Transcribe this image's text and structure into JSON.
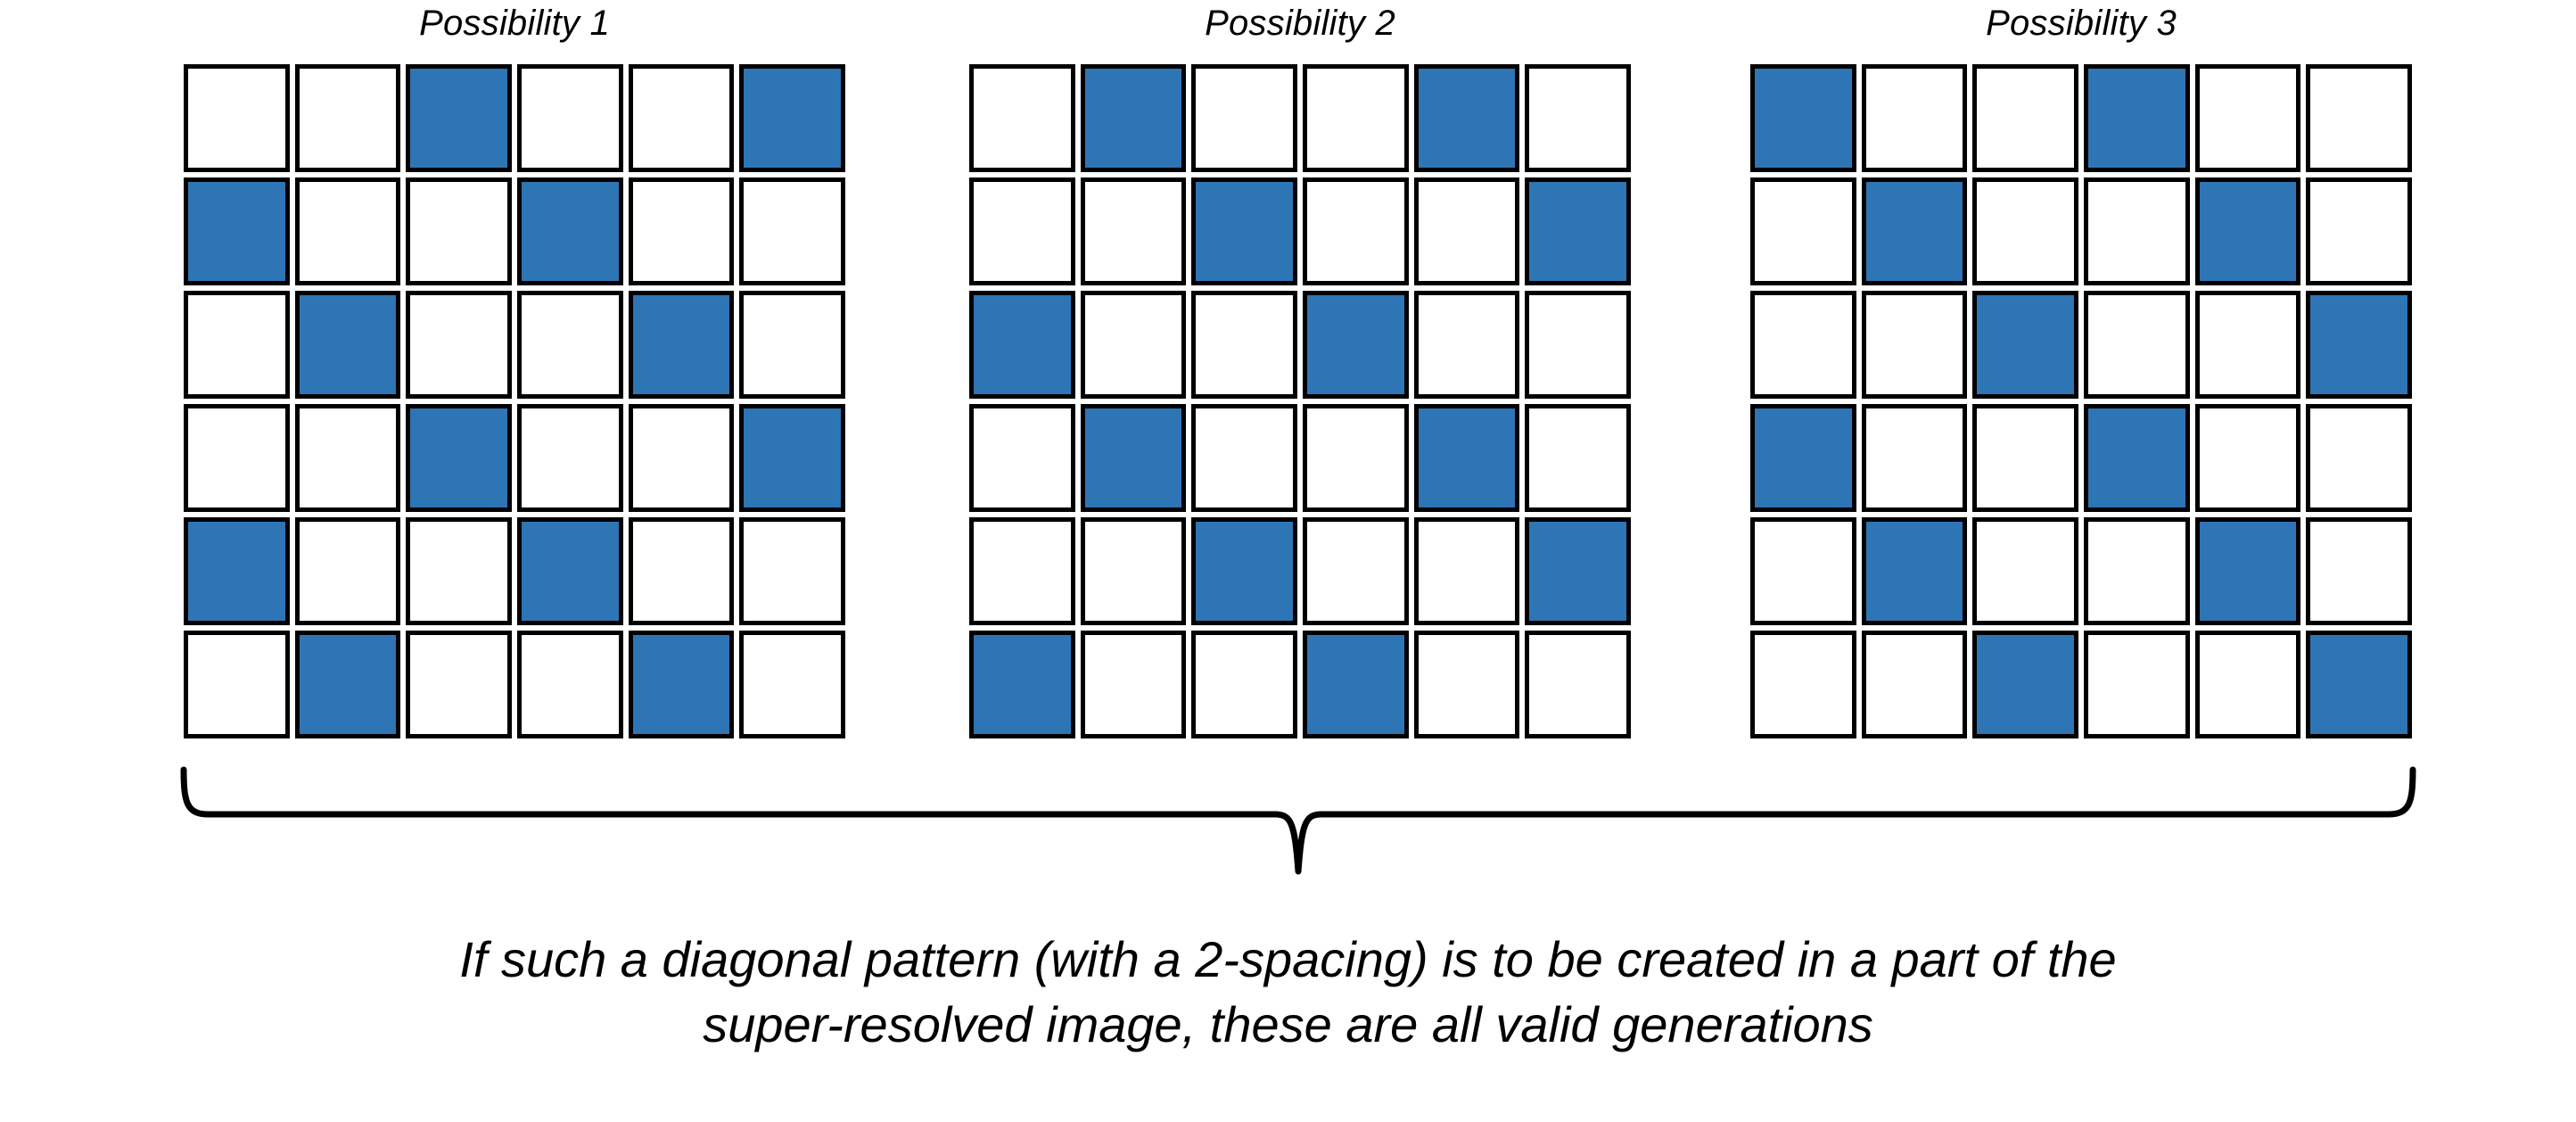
{
  "figure": {
    "background_color": "#FFFFFF",
    "cell_fill_color": "#2E75B6",
    "cell_border_color": "#000000",
    "text_color": "#000000"
  },
  "panels": [
    {
      "title": "Possibility 1",
      "rows": 6,
      "cols": 6,
      "filled_cells": [
        [
          0,
          2
        ],
        [
          0,
          5
        ],
        [
          1,
          0
        ],
        [
          1,
          3
        ],
        [
          2,
          1
        ],
        [
          2,
          4
        ],
        [
          3,
          2
        ],
        [
          3,
          5
        ],
        [
          4,
          0
        ],
        [
          4,
          3
        ],
        [
          5,
          1
        ],
        [
          5,
          4
        ]
      ]
    },
    {
      "title": "Possibility 2",
      "rows": 6,
      "cols": 6,
      "filled_cells": [
        [
          0,
          1
        ],
        [
          0,
          4
        ],
        [
          1,
          2
        ],
        [
          1,
          5
        ],
        [
          2,
          0
        ],
        [
          2,
          3
        ],
        [
          3,
          1
        ],
        [
          3,
          4
        ],
        [
          4,
          2
        ],
        [
          4,
          5
        ],
        [
          5,
          0
        ],
        [
          5,
          3
        ]
      ]
    },
    {
      "title": "Possibility 3",
      "rows": 6,
      "cols": 6,
      "filled_cells": [
        [
          0,
          0
        ],
        [
          0,
          3
        ],
        [
          1,
          1
        ],
        [
          1,
          4
        ],
        [
          2,
          2
        ],
        [
          2,
          5
        ],
        [
          3,
          0
        ],
        [
          3,
          3
        ],
        [
          4,
          1
        ],
        [
          4,
          4
        ],
        [
          5,
          2
        ],
        [
          5,
          5
        ]
      ]
    }
  ],
  "brace": {
    "name": "grouping-brace",
    "direction": "down"
  },
  "caption": {
    "line1": "If such a diagonal pattern (with a 2-spacing) is to be created in a part of the",
    "line2": "super-resolved image, these are all valid generations"
  }
}
